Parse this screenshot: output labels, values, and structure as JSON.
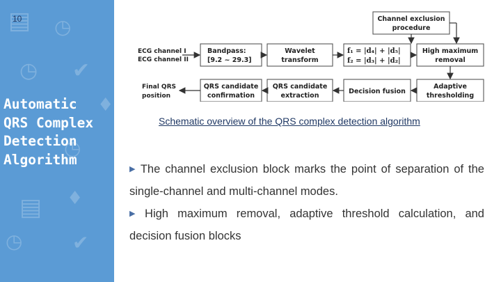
{
  "slide_number": "10",
  "title_lines": [
    "Automatic",
    "QRS Complex",
    "Detection",
    "Algorithm"
  ],
  "diagram": {
    "inputs": [
      "ECG channel I",
      "ECG channel II"
    ],
    "bandpass": [
      "Bandpass:",
      "[9.2 ~ 29.3]"
    ],
    "wavelet": [
      "Wavelet",
      "transform"
    ],
    "formula1": "f₁ = |d₄| + |d₅|",
    "formula2": "f₂ = |d₃| + |d₂|",
    "channel_exclusion": [
      "Channel exclusion",
      "procedure"
    ],
    "high_max": [
      "High maximum",
      "removal"
    ],
    "adaptive": [
      "Adaptive",
      "thresholding"
    ],
    "decision": "Decision fusion",
    "extraction": [
      "QRS candidate",
      "extraction"
    ],
    "confirmation": [
      "QRS candidate",
      "confirmation"
    ],
    "final": [
      "Final QRS",
      "position"
    ]
  },
  "caption": "Schematic overview of the QRS complex detection algorithm",
  "bullets": [
    "The channel exclusion block marks the point of separation of the single-channel and multi-channel modes.",
    "High maximum removal, adaptive threshold calculation, and decision fusion blocks"
  ],
  "colors": {
    "panel": "#5b9bd5",
    "title": "#ffffff",
    "caption": "#1f3864"
  }
}
